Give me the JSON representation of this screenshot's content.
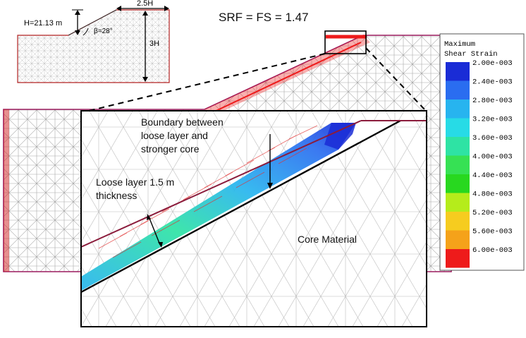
{
  "inset": {
    "height_label": "H=21.13 m",
    "angle_label": "β=28°",
    "width_label": "2.5H",
    "depth_label": "3H"
  },
  "title": "SRF = FS = 1.47",
  "zoom_annotations": {
    "boundary": [
      "Boundary between",
      "loose layer and",
      "stronger core"
    ],
    "loose_layer": [
      "Loose layer 1.5 m",
      "thickness"
    ],
    "core": "Core Material"
  },
  "legend": {
    "title_line1": "Maximum",
    "title_line2": "Shear Strain",
    "items": [
      {
        "label": "2.00e-003",
        "color": "#1a2cd6"
      },
      {
        "label": "2.40e-003",
        "color": "#2a6df0"
      },
      {
        "label": "2.80e-003",
        "color": "#27b4ef"
      },
      {
        "label": "3.20e-003",
        "color": "#27dbe6"
      },
      {
        "label": "3.60e-003",
        "color": "#2ee3a4"
      },
      {
        "label": "4.00e-003",
        "color": "#36e154"
      },
      {
        "label": "4.40e-003",
        "color": "#28d81f"
      },
      {
        "label": "4.80e-003",
        "color": "#b5ec1b"
      },
      {
        "label": "5.20e-003",
        "color": "#f6cc1f"
      },
      {
        "label": "5.60e-003",
        "color": "#f5a21a"
      },
      {
        "label": "6.00e-003",
        "color": "#ee1b1b"
      }
    ]
  }
}
